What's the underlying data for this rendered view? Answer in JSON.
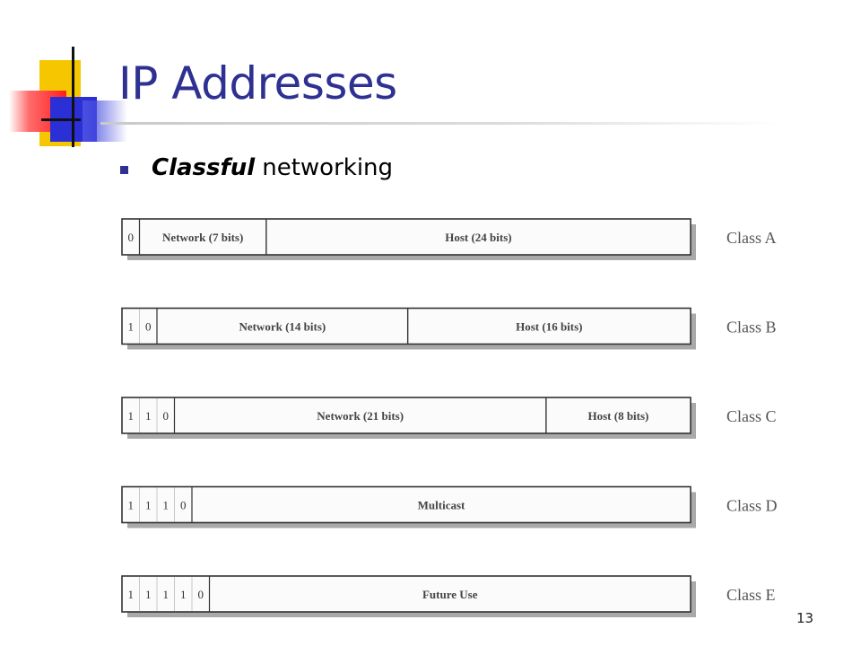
{
  "slide": {
    "title": "IP Addresses",
    "bullet_emphasis": "Classful",
    "bullet_rest": "networking",
    "page_number": "13"
  },
  "colors": {
    "title": "#2e3192",
    "bullet": "#2e3192"
  },
  "classes": [
    {
      "label": "Class A",
      "bits": [
        "0"
      ],
      "fields": [
        {
          "text": "Network (7 bits)",
          "share": 0.23
        },
        {
          "text": "Host (24 bits)",
          "share": 0.77
        }
      ]
    },
    {
      "label": "Class B",
      "bits": [
        "1",
        "0"
      ],
      "fields": [
        {
          "text": "Network (14 bits)",
          "share": 0.47
        },
        {
          "text": "Host (16 bits)",
          "share": 0.53
        }
      ]
    },
    {
      "label": "Class C",
      "bits": [
        "1",
        "1",
        "0"
      ],
      "fields": [
        {
          "text": "Network (21 bits)",
          "share": 0.72
        },
        {
          "text": "Host (8 bits)",
          "share": 0.28
        }
      ]
    },
    {
      "label": "Class D",
      "bits": [
        "1",
        "1",
        "1",
        "0"
      ],
      "fields": [
        {
          "text": "Multicast",
          "share": 1.0
        }
      ]
    },
    {
      "label": "Class E",
      "bits": [
        "1",
        "1",
        "1",
        "1",
        "0"
      ],
      "fields": [
        {
          "text": "Future Use",
          "share": 1.0
        }
      ]
    }
  ]
}
